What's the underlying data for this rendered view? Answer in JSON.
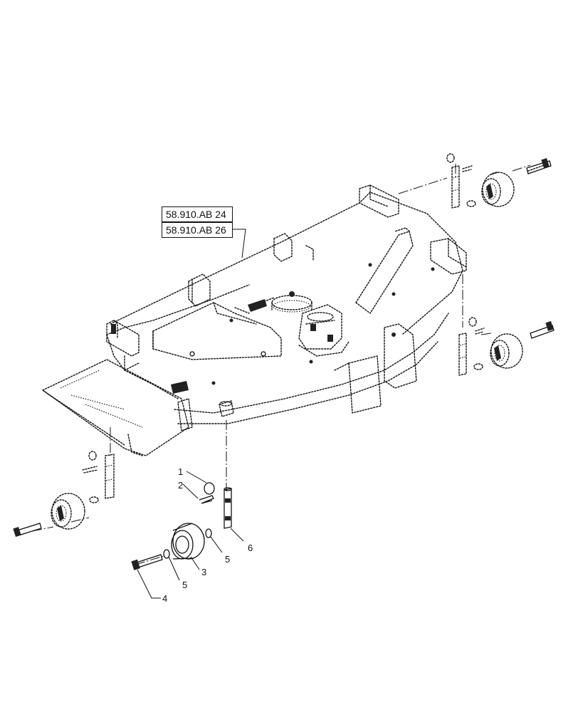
{
  "references": [
    "58.910.AB 24",
    "58.910.AB 26"
  ],
  "callouts": [
    {
      "id": "c1",
      "label": "1"
    },
    {
      "id": "c2",
      "label": "2"
    },
    {
      "id": "c3",
      "label": "3"
    },
    {
      "id": "c4",
      "label": "4"
    },
    {
      "id": "c5a",
      "label": "5"
    },
    {
      "id": "c5b",
      "label": "5"
    },
    {
      "id": "c6",
      "label": "6"
    }
  ]
}
